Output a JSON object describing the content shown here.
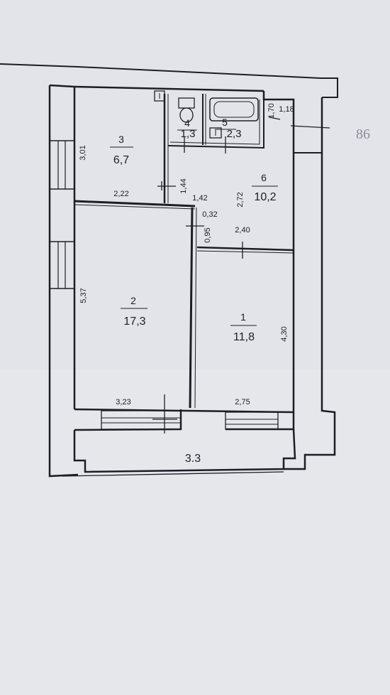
{
  "page_number": "86",
  "rooms": [
    {
      "number": "1",
      "area": "11,8"
    },
    {
      "number": "2",
      "area": "17,3"
    },
    {
      "number": "3",
      "area": "6,7"
    },
    {
      "number": "4",
      "area": "1,3"
    },
    {
      "number": "5",
      "area": "2,3"
    },
    {
      "number": "6",
      "area": "10,2"
    }
  ],
  "balcony_area": "3.3",
  "dimensions": {
    "d_3_01": "3,01",
    "d_2_22": "2,22",
    "d_1_44": "1,44",
    "d_1_42": "1,42",
    "d_2_72": "2,72",
    "d_0_32": "0,32",
    "d_0_95": "0,95",
    "d_2_40": "2,40",
    "d_1_70": "1,70",
    "d_1_18": "1,18",
    "d_5_37": "5,37",
    "d_4_30": "4,30",
    "d_3_23": "3,23",
    "d_2_75": "2,75"
  }
}
